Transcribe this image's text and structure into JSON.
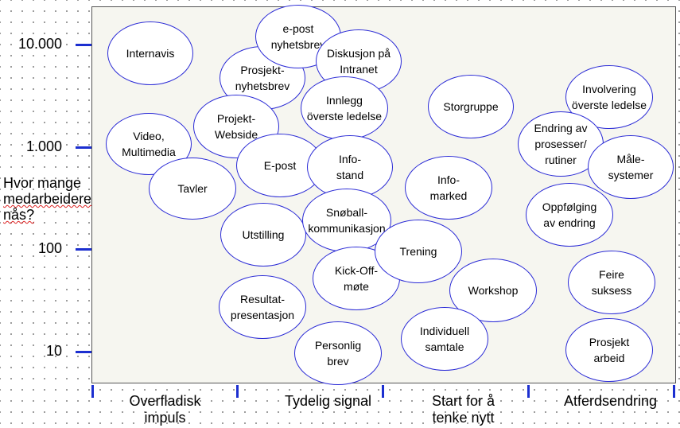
{
  "y_axis": {
    "title_lines": [
      "Hvor mange",
      "medarbeidere",
      "nås?"
    ],
    "ticks": [
      "10.000",
      "1.000",
      "100",
      "10"
    ]
  },
  "x_axis": {
    "categories": [
      "Overfladisk\nimpuls",
      "Tydelig signal",
      "Start for å\ntenke nytt",
      "Atferdsendring"
    ]
  },
  "bubbles": [
    {
      "id": "internavis",
      "text": "Internavis"
    },
    {
      "id": "video",
      "text": "Video,\nMultimedia"
    },
    {
      "id": "tavler",
      "text": "Tavler"
    },
    {
      "id": "prosjekt-nyhetsbrev",
      "text": "Prosjekt-\nnyhetsbrev"
    },
    {
      "id": "e-post-nyhetsbrev",
      "text": "e-post\nnyhetsbrev"
    },
    {
      "id": "diskusjon",
      "text": "Diskusjon på\nIntranet"
    },
    {
      "id": "prosjekt-webside",
      "text": "Projekt-\nWebside"
    },
    {
      "id": "innlegg",
      "text": "Innlegg\növerste ledelse"
    },
    {
      "id": "e-post",
      "text": "E-post"
    },
    {
      "id": "info-stand",
      "text": "Info-\nstand"
    },
    {
      "id": "utstilling",
      "text": "Utstilling"
    },
    {
      "id": "snoball",
      "text": "Snøball-\nkommunikasjon"
    },
    {
      "id": "kick-off",
      "text": "Kick-Off-\nmøte"
    },
    {
      "id": "resultat",
      "text": "Resultat-\npresentasjon"
    },
    {
      "id": "personlig-brev",
      "text": "Personlig\nbrev"
    },
    {
      "id": "storgruppe",
      "text": "Storgruppe"
    },
    {
      "id": "info-marked",
      "text": "Info-\nmarked"
    },
    {
      "id": "trening",
      "text": "Trening"
    },
    {
      "id": "workshop",
      "text": "Workshop"
    },
    {
      "id": "individuell",
      "text": "Individuell\nsamtale"
    },
    {
      "id": "involvering",
      "text": "Involvering\növerste ledelse"
    },
    {
      "id": "endring",
      "text": "Endring av\nprosesser/\nrutiner"
    },
    {
      "id": "malesystemer",
      "text": "Måle-\nsystemer"
    },
    {
      "id": "oppfolging",
      "text": "Oppfølging\nav endring"
    },
    {
      "id": "feire",
      "text": "Feire\nsuksess"
    },
    {
      "id": "prosjekt-arbeid",
      "text": "Prosjekt\narbeid"
    }
  ],
  "colors": {
    "bubble_border": "#2a2ad6",
    "axis_ticks": "#1c2fd0"
  }
}
